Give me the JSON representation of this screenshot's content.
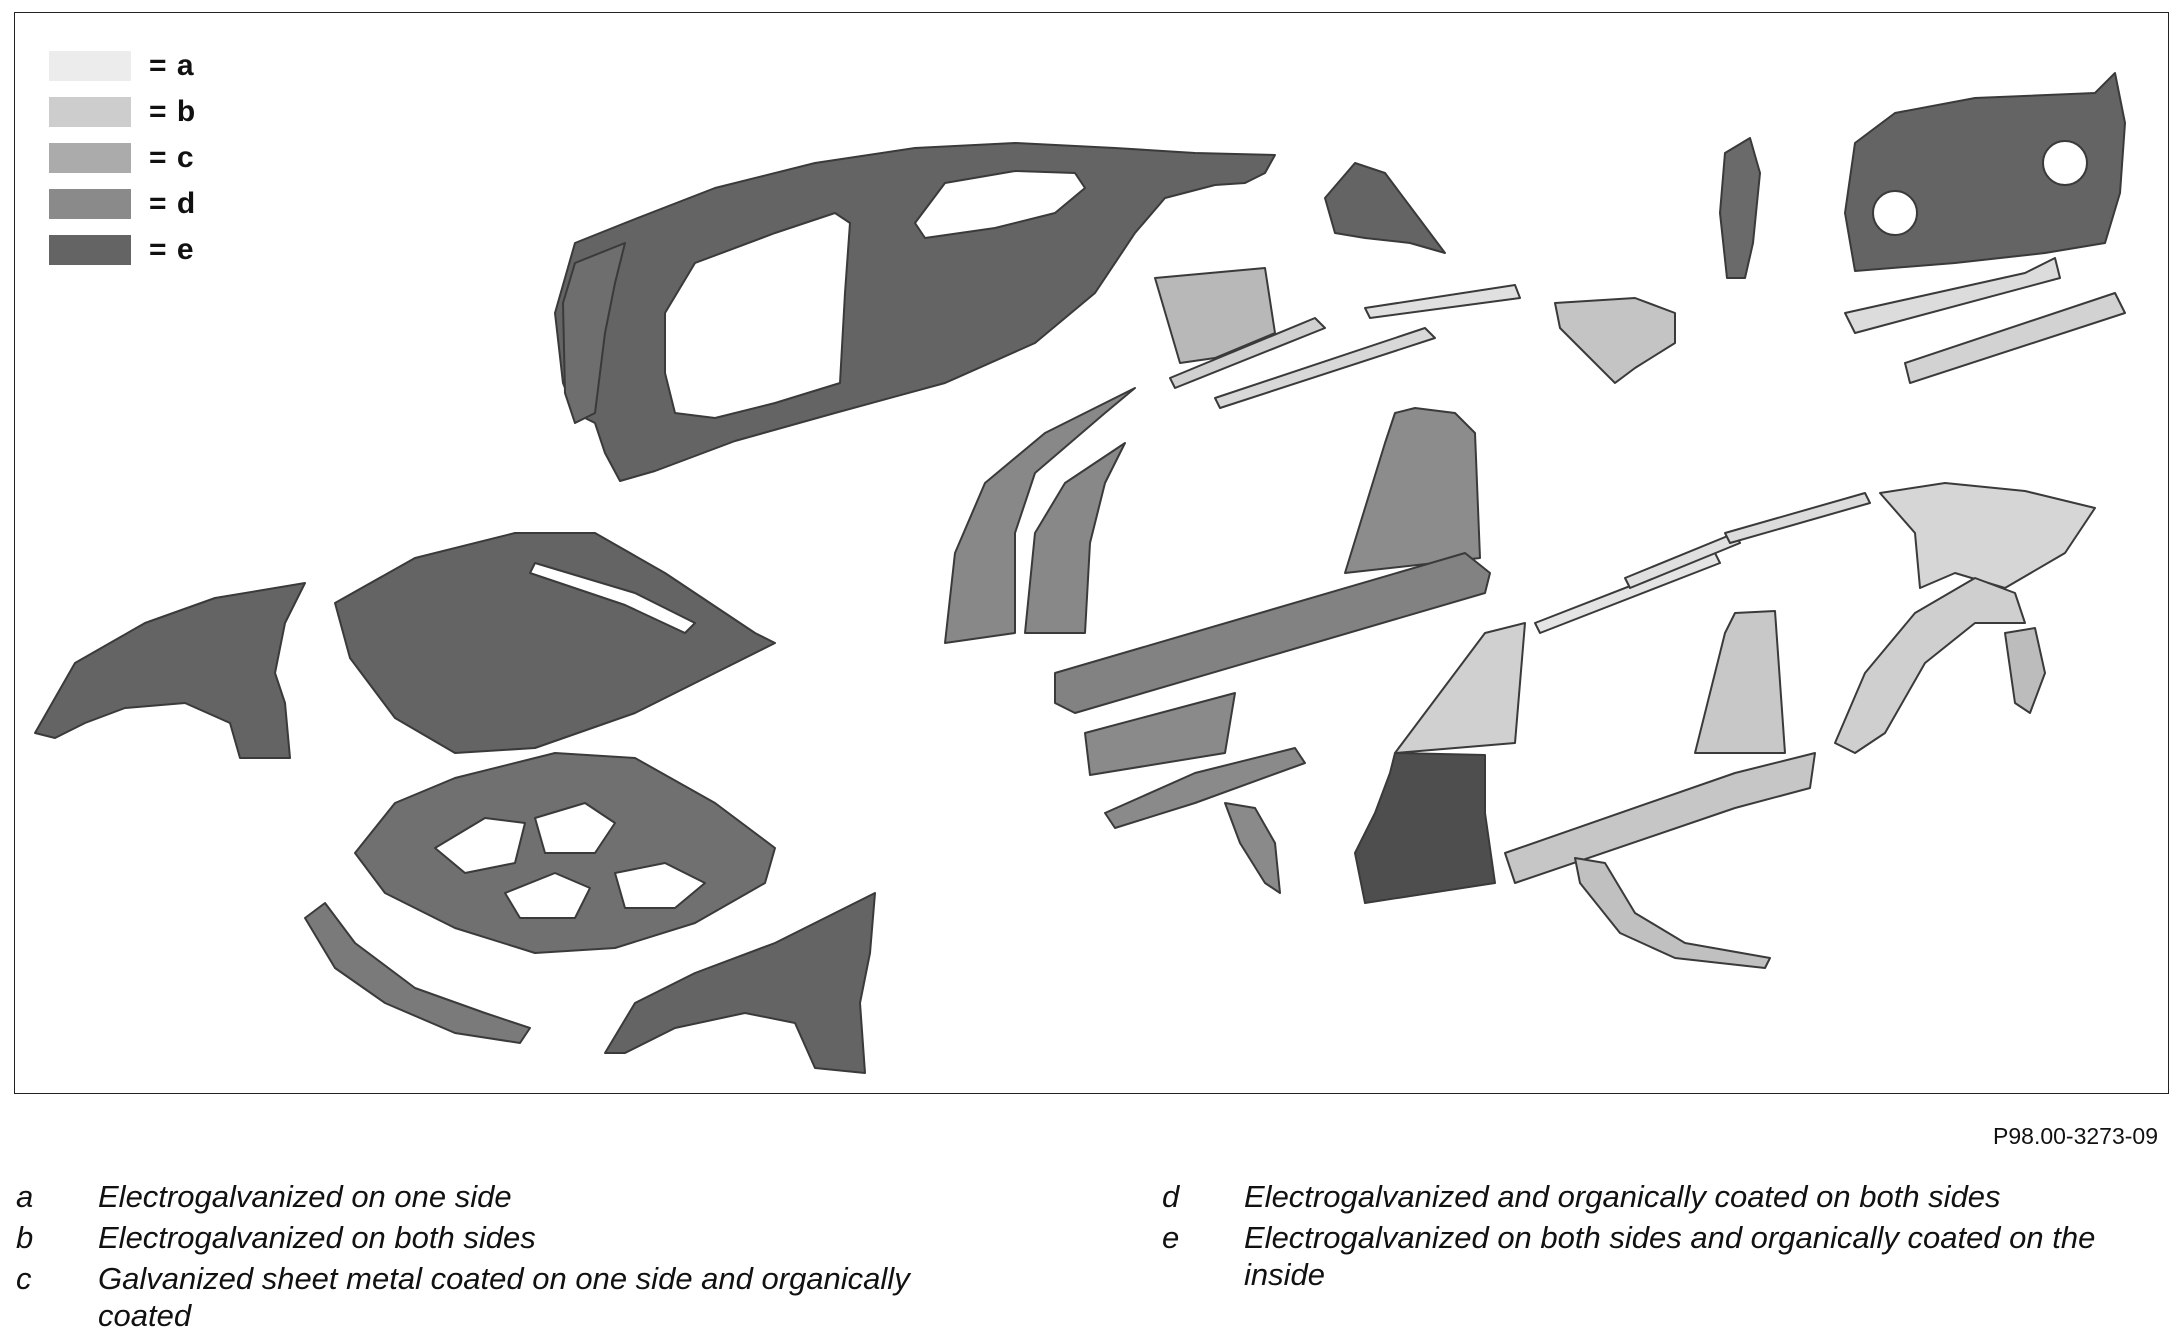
{
  "legend": [
    {
      "code": "= a",
      "color": "#ececec"
    },
    {
      "code": "= b",
      "color": "#cdcdcd"
    },
    {
      "code": "= c",
      "color": "#ababab"
    },
    {
      "code": "= d",
      "color": "#8a8a8a"
    },
    {
      "code": "= e",
      "color": "#646464"
    }
  ],
  "figure_ref": "P98.00-3273-09",
  "keys_left": [
    {
      "letter": "a",
      "text": "Electrogalvanized on one side"
    },
    {
      "letter": "b",
      "text": "Electrogalvanized on both sides"
    },
    {
      "letter": "c",
      "text": "Galvanized sheet metal coated on one side and organically coated"
    }
  ],
  "keys_right": [
    {
      "letter": "d",
      "text": "Electrogalvanized and organically coated on both sides"
    },
    {
      "letter": "e",
      "text": "Electrogalvanized on both sides and organically coated on the inside"
    }
  ]
}
